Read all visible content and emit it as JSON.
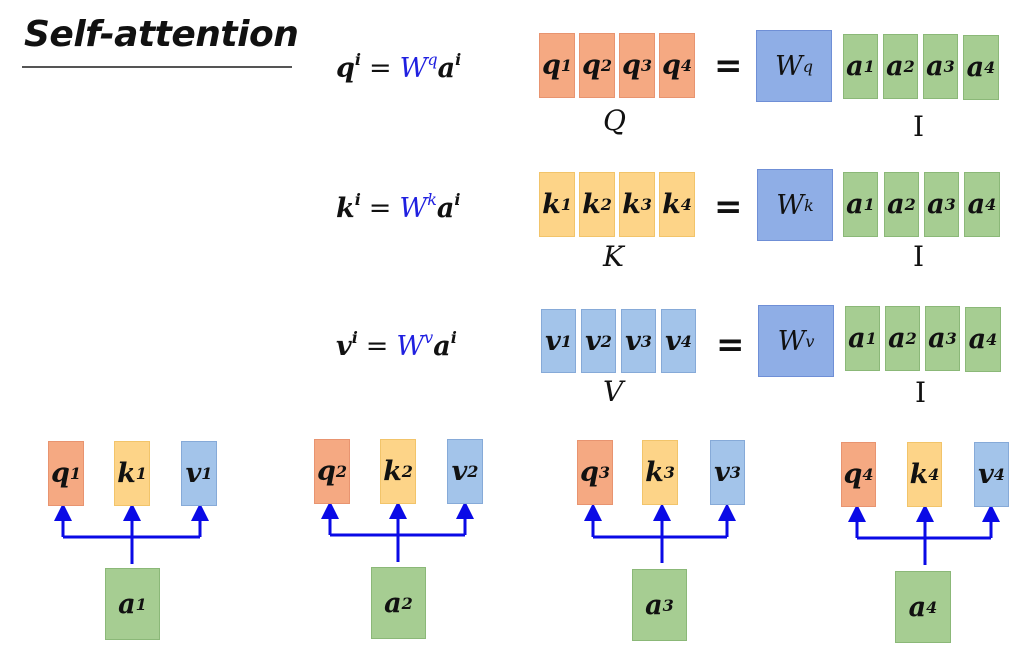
{
  "title": "Self-attention",
  "equations": [
    {
      "lhs": "q",
      "lhs_sup": "i",
      "equals": "=",
      "weight": "W",
      "weight_sup": "q",
      "rhs": "a",
      "rhs_sup": "i",
      "outputs": [
        {
          "var": "q",
          "sup": "1"
        },
        {
          "var": "q",
          "sup": "2"
        },
        {
          "var": "q",
          "sup": "3"
        },
        {
          "var": "q",
          "sup": "4"
        }
      ],
      "output_label": "Q",
      "matrix_equals": "=",
      "inputs_label": "I",
      "inputs": [
        {
          "var": "a",
          "sup": "1"
        },
        {
          "var": "a",
          "sup": "2"
        },
        {
          "var": "a",
          "sup": "3"
        },
        {
          "var": "a",
          "sup": "4"
        }
      ]
    },
    {
      "lhs": "k",
      "lhs_sup": "i",
      "equals": "=",
      "weight": "W",
      "weight_sup": "k",
      "rhs": "a",
      "rhs_sup": "i",
      "outputs": [
        {
          "var": "k",
          "sup": "1"
        },
        {
          "var": "k",
          "sup": "2"
        },
        {
          "var": "k",
          "sup": "3"
        },
        {
          "var": "k",
          "sup": "4"
        }
      ],
      "output_label": "K",
      "matrix_equals": "=",
      "inputs_label": "I",
      "inputs": [
        {
          "var": "a",
          "sup": "1"
        },
        {
          "var": "a",
          "sup": "2"
        },
        {
          "var": "a",
          "sup": "3"
        },
        {
          "var": "a",
          "sup": "4"
        }
      ]
    },
    {
      "lhs": "v",
      "lhs_sup": "i",
      "equals": "=",
      "weight": "W",
      "weight_sup": "v",
      "rhs": "a",
      "rhs_sup": "i",
      "outputs": [
        {
          "var": "v",
          "sup": "1"
        },
        {
          "var": "v",
          "sup": "2"
        },
        {
          "var": "v",
          "sup": "3"
        },
        {
          "var": "v",
          "sup": "4"
        }
      ],
      "output_label": "V",
      "matrix_equals": "=",
      "inputs_label": "I",
      "inputs": [
        {
          "var": "a",
          "sup": "1"
        },
        {
          "var": "a",
          "sup": "2"
        },
        {
          "var": "a",
          "sup": "3"
        },
        {
          "var": "a",
          "sup": "4"
        }
      ]
    }
  ],
  "units": [
    {
      "q": "q",
      "k": "k",
      "v": "v",
      "a": "a",
      "sup": "1"
    },
    {
      "q": "q",
      "k": "k",
      "v": "v",
      "a": "a",
      "sup": "2"
    },
    {
      "q": "q",
      "k": "k",
      "v": "v",
      "a": "a",
      "sup": "3"
    },
    {
      "q": "q",
      "k": "k",
      "v": "v",
      "a": "a",
      "sup": "4"
    }
  ],
  "colors": {
    "query": "#f5a982",
    "key": "#fdd488",
    "value": "#a3c4ea",
    "input": "#a6cd92",
    "weight": "#8faee6",
    "arrow": "#0a0ae6",
    "weight_text": "#2020e0"
  }
}
